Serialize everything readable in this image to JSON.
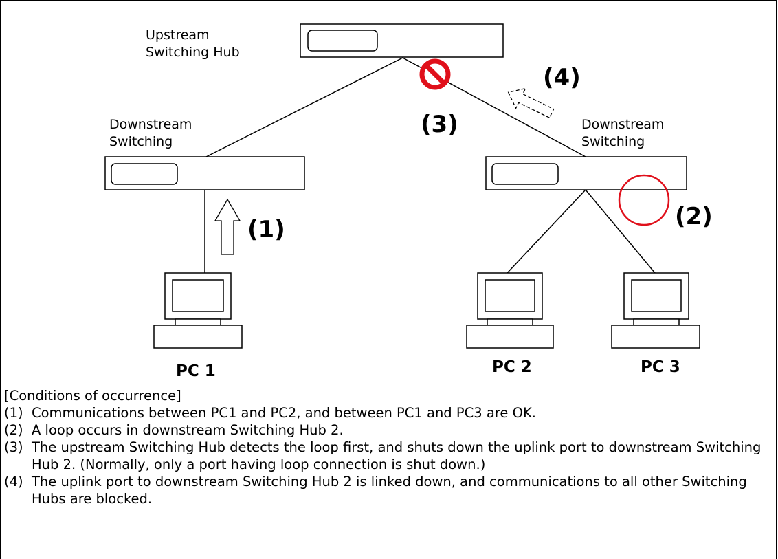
{
  "hubs": {
    "upstream": {
      "label": "Upstream Switching Hub"
    },
    "downstream_left": {
      "label": "Downstream Switching"
    },
    "downstream_right": {
      "label": "Downstream Switching"
    }
  },
  "markers": {
    "m1": "(1)",
    "m2": "(2)",
    "m3": "(3)",
    "m4": "(4)"
  },
  "pcs": {
    "pc1": "PC 1",
    "pc2": "PC 2",
    "pc3": "PC 3"
  },
  "colors": {
    "blocked": "#e0101b",
    "line": "#000000"
  },
  "notes": {
    "title": "[Conditions of occurrence]",
    "items": [
      {
        "num": "(1)",
        "text": "Communications between PC1 and PC2, and between PC1 and PC3 are OK."
      },
      {
        "num": "(2)",
        "text": "A loop occurs in downstream Switching Hub 2."
      },
      {
        "num": "(3)",
        "text": "The upstream Switching Hub detects the loop first, and shuts down the uplink port to downstream Switching Hub 2. (Normally, only a port having loop connection is shut down.)"
      },
      {
        "num": "(4)",
        "text": "The uplink port to downstream Switching Hub 2 is linked down, and communications to all other Switching Hubs are blocked."
      }
    ]
  }
}
